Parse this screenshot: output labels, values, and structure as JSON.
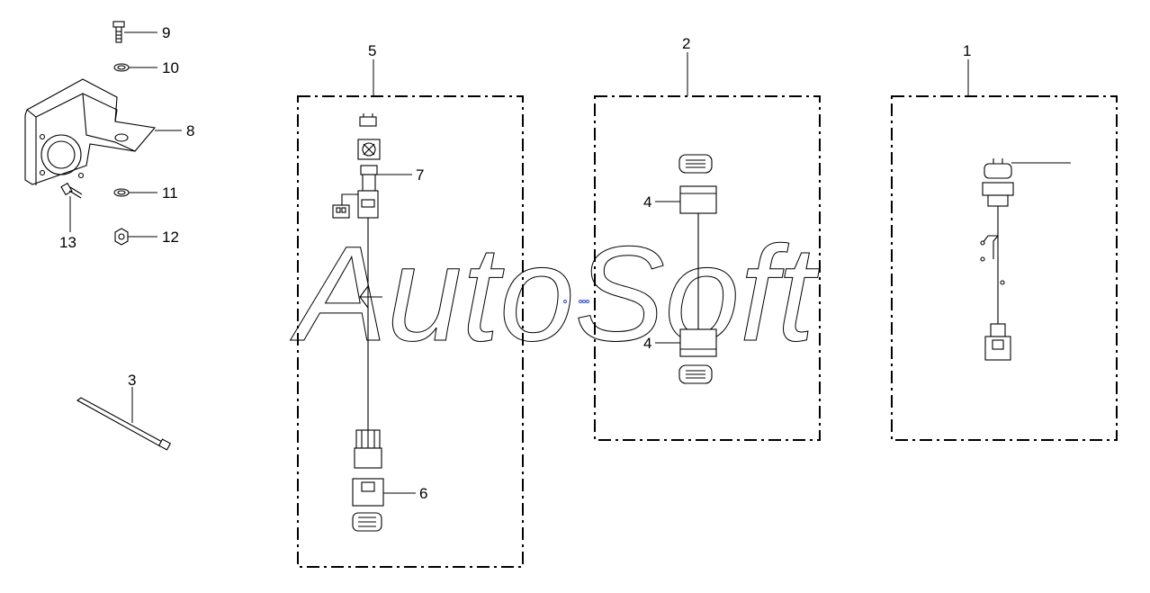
{
  "watermark": "AutoSoft",
  "callouts": {
    "c1": "1",
    "c2": "2",
    "c3": "3",
    "c4a": "4",
    "c4b": "4",
    "c5": "5",
    "c6": "6",
    "c7": "7",
    "c8": "8",
    "c9": "9",
    "c10": "10",
    "c11": "11",
    "c12": "12",
    "c13": "13"
  },
  "colors": {
    "line": "#000000",
    "background": "#ffffff",
    "marker": "#3050d0"
  }
}
